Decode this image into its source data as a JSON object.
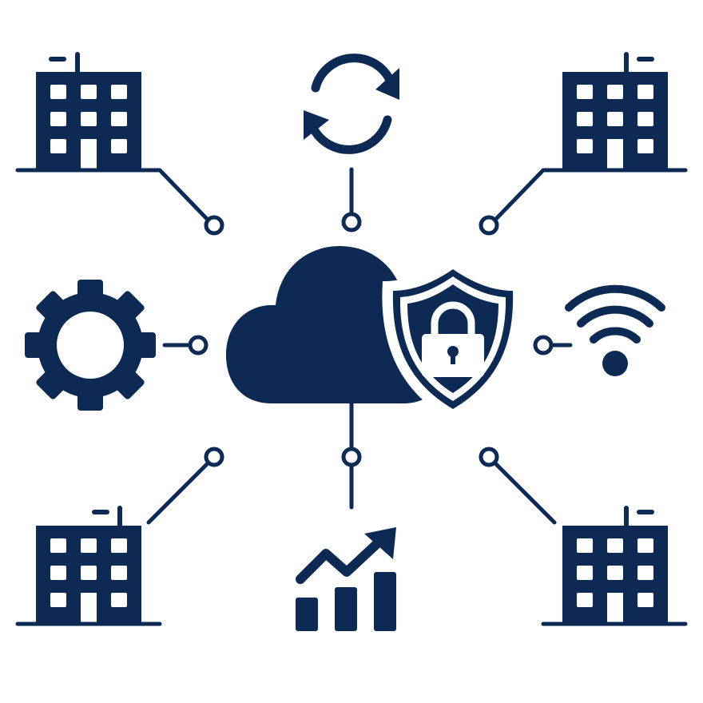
{
  "diagram": {
    "title": "",
    "colors": {
      "primary": "#0d2a55",
      "background": "#ffffff"
    },
    "center": {
      "icon": "cloud-shield-lock-icon"
    },
    "nodes": [
      {
        "icon": "building-icon",
        "position": "top-left"
      },
      {
        "icon": "refresh-icon",
        "position": "top"
      },
      {
        "icon": "building-icon",
        "position": "top-right"
      },
      {
        "icon": "gear-icon",
        "position": "left"
      },
      {
        "icon": "wifi-icon",
        "position": "right"
      },
      {
        "icon": "building-icon",
        "position": "bottom-left"
      },
      {
        "icon": "growth-chart-icon",
        "position": "bottom"
      },
      {
        "icon": "building-icon",
        "position": "bottom-right"
      }
    ]
  }
}
